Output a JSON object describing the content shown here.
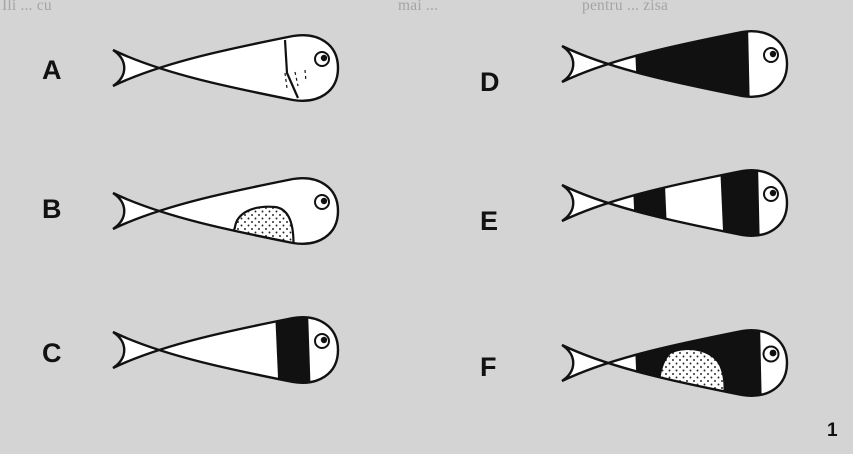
{
  "labels": {
    "a": "A",
    "b": "B",
    "c": "C",
    "d": "D",
    "e": "E",
    "f": "F",
    "figure_number": "1"
  },
  "colors": {
    "background": "#d4d4d4",
    "outline": "#111111",
    "fish_fill": "#ffffff",
    "band_fill": "#111111",
    "stipple": "#222222"
  },
  "background_text": {
    "left": "Ili ... cu",
    "middle": "mai ...",
    "right": "pentru ... zisa"
  },
  "fish": [
    {
      "id": "a",
      "pattern": "fin-outline"
    },
    {
      "id": "b",
      "pattern": "stippled-spot"
    },
    {
      "id": "c",
      "pattern": "single-band"
    },
    {
      "id": "d",
      "pattern": "wide-band"
    },
    {
      "id": "e",
      "pattern": "two-bands"
    },
    {
      "id": "f",
      "pattern": "band-with-spot"
    }
  ]
}
